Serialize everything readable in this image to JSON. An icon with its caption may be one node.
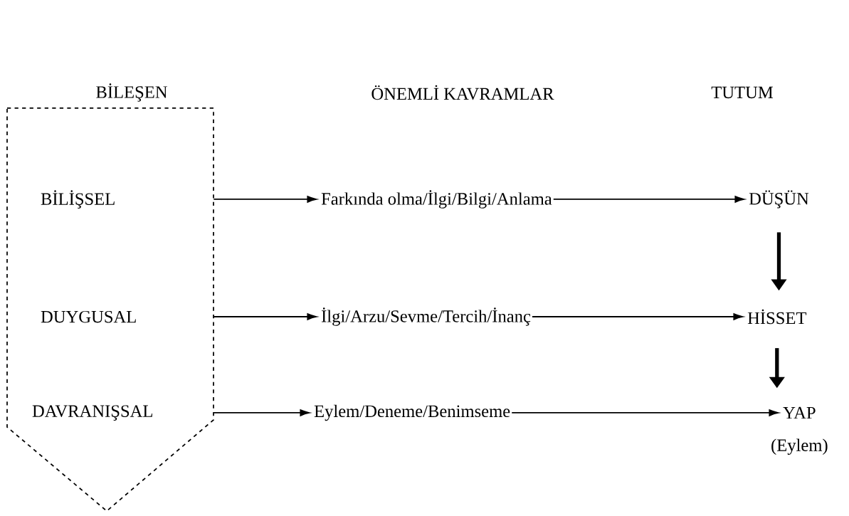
{
  "diagram": {
    "nodes": [
      {
        "text": [],
        "shape": "pentagon"
      },
      {
        "text": [
          "BİLİŞSEL"
        ],
        "in": 0
      },
      {
        "text": [
          "DUYGUSAL"
        ],
        "in": 0
      },
      {
        "text": [
          "DAVRANIŞSAL"
        ],
        "in": 0
      },
      {
        "text": [
          "Farkında olma/İlgi/Bilgi/Anlama"
        ]
      },
      {
        "text": [
          "İlgi/Arzu/Sevme/Tercih/İnanç"
        ]
      },
      {
        "text": [
          "Eylem/Deneme/Benimseme"
        ]
      },
      {
        "text": [
          "DÜŞÜN"
        ]
      },
      {
        "text": [
          "HİSSET"
        ]
      },
      {
        "text": [
          "YAP"
        ],
        "beside": [
          "(Eylem)"
        ]
      }
    ],
    "edges": [
      {
        "from": 0,
        "to": 4,
        "arrow": "to"
      },
      {
        "from": 4,
        "to": 7,
        "arrow": "to"
      },
      {
        "from": 0,
        "to": 5,
        "arrow": "to"
      },
      {
        "from": 5,
        "to": 8,
        "arrow": "to"
      },
      {
        "from": 0,
        "to": 6,
        "arrow": "to"
      },
      {
        "from": 6,
        "to": 9,
        "arrow": "to"
      },
      {
        "from": 7,
        "to": 8,
        "arrow": "to",
        "style": "thick"
      },
      {
        "from": 8,
        "to": 9,
        "arrow": "to",
        "style": "thick"
      }
    ],
    "labels": [
      "BİLEŞEN",
      "ÖNEMLİ KAVRAMLAR",
      "TUTUM"
    ]
  }
}
